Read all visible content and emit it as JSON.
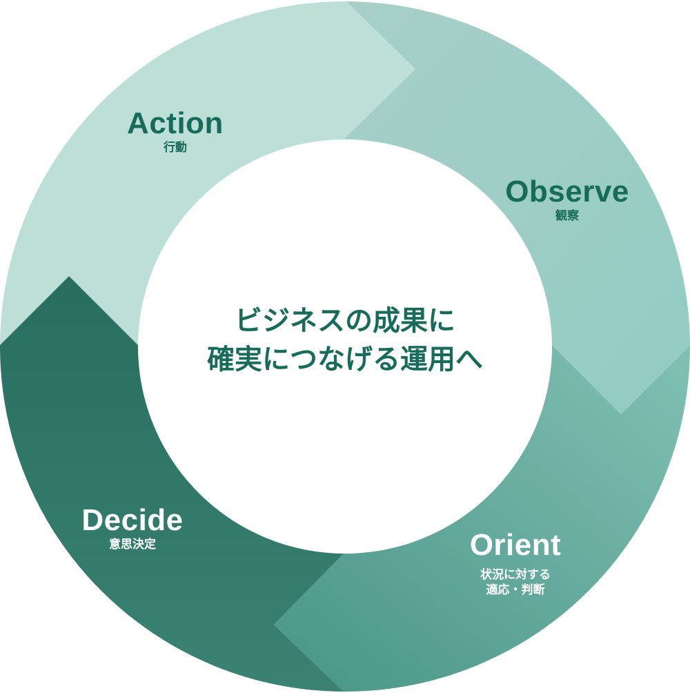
{
  "center_title": {
    "line1": "ビジネスの成果に",
    "line2": "確実につなげる運用へ"
  },
  "stages": [
    {
      "name": "Observe",
      "sub": "観察",
      "color": "#a3d0c7"
    },
    {
      "name": "Orient",
      "sub_line1": "状況に対する",
      "sub_line2": "適応・判断",
      "color": "#62ad9e"
    },
    {
      "name": "Decide",
      "sub": "意思決定",
      "color": "#2d7565"
    },
    {
      "name": "Action",
      "sub": "行動",
      "color": "#bcdfd8"
    }
  ],
  "colors": {
    "text_dark": "#176b58",
    "text_light": "#ffffff"
  }
}
